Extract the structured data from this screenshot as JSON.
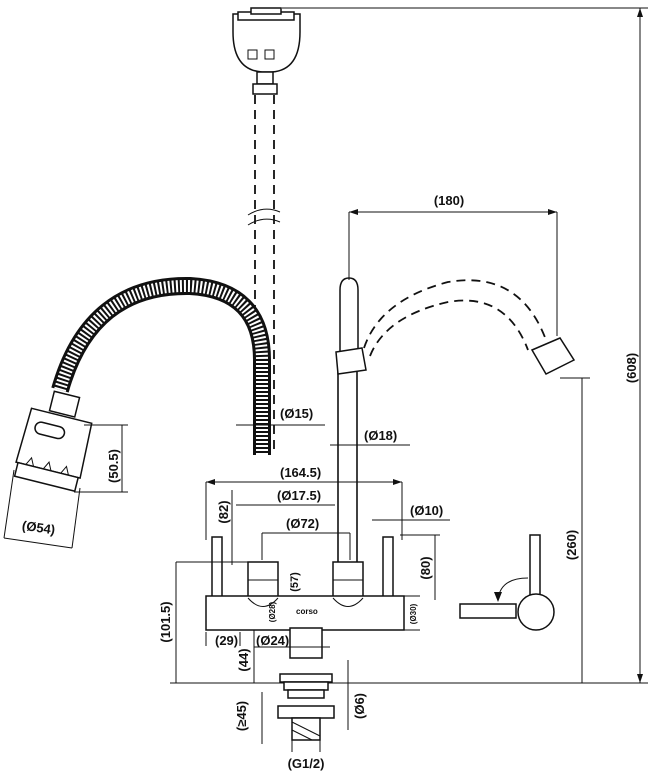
{
  "diagram": {
    "dimensions": {
      "d180": "(180)",
      "d608": "(608)",
      "d260": "(260)",
      "d15": "(Ø15)",
      "d18": "(Ø18)",
      "d164_5": "(164.5)",
      "d17_5": "(Ø17.5)",
      "d10": "(Ø10)",
      "d72": "(Ø72)",
      "d82": "(82)",
      "d80": "(80)",
      "d57": "(57)",
      "d28": "(Ø28)",
      "d30": "(Ø30)",
      "d101_5": "(101.5)",
      "d29": "(29)",
      "d24": "(Ø24)",
      "d44": "(44)",
      "d45": "(≥45)",
      "d6": "(Ø6)",
      "g12": "(G1/2)",
      "d50_5": "(50.5)",
      "d54": "(Ø54)"
    },
    "brand_mark": "corso"
  }
}
